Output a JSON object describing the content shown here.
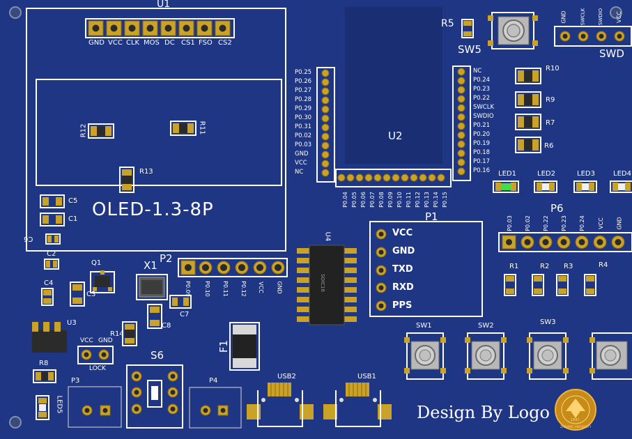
{
  "u1": {
    "ref": "U1",
    "pins": [
      "GND",
      "VCC",
      "CLK",
      "MOS",
      "DC",
      "CS1",
      "FSO",
      "CS2"
    ],
    "module": "OLED-1.3-8P",
    "r12": "R12",
    "r11": "R11",
    "r13": "R13"
  },
  "caps_left": {
    "c5": "C5",
    "c1": "C1",
    "c6": "C6",
    "c2": "C2",
    "c4": "C4",
    "c3": "C3",
    "q1": "Q1"
  },
  "u2": {
    "ref": "U2",
    "left_pins": [
      "P0.25",
      "P0.26",
      "P0.27",
      "P0.28",
      "P0.29",
      "P0.30",
      "P0.31",
      "P0.02",
      "P0.03",
      "GND",
      "VCC",
      "NC"
    ],
    "right_pins": [
      "NC",
      "P0.24",
      "P0.23",
      "P0.22",
      "SWCLK",
      "SWDIO",
      "P0.21",
      "P0.20",
      "P0.19",
      "P0.18",
      "P0.17",
      "P0.16"
    ],
    "bottom_pins": [
      "P0.04",
      "P0.05",
      "P0.06",
      "P0.07",
      "P0.08",
      "P0.09",
      "P0.10",
      "P0.11",
      "P0.12",
      "P0.13",
      "P0.14",
      "P0.15"
    ]
  },
  "top_right": {
    "r5": "R5",
    "sw5": "SW5",
    "swd": "SWD",
    "swd_pins": [
      "GND",
      "SWCLK",
      "SWDIO",
      "VCC"
    ],
    "r10": "R10",
    "r9": "R9",
    "r7": "R7",
    "r6": "R6"
  },
  "leds": [
    "LED1",
    "LED2",
    "LED3",
    "LED4"
  ],
  "p6": {
    "ref": "P6",
    "pins": [
      "P0.03",
      "P0.02",
      "P0.22",
      "P0.23",
      "P0.24",
      "VCC",
      "GND"
    ]
  },
  "p1": {
    "ref": "P1",
    "pins": [
      "VCC",
      "GND",
      "TXD",
      "RXD",
      "PPS"
    ]
  },
  "u4": {
    "ref": "U4",
    "chip": "SOIC16"
  },
  "x1": "X1",
  "p2": {
    "ref": "P2",
    "pins": [
      "P0.09",
      "P0.10",
      "P0.11",
      "P0.12",
      "VCC",
      "GND"
    ]
  },
  "c7": "C7",
  "c8": "C8",
  "r14": "R14",
  "u3": "U3",
  "lock": {
    "vcc": "VCC",
    "gnd": "GND",
    "label": "LOCK"
  },
  "s6": "S6",
  "f1": "F1",
  "usb2": "USB2",
  "usb1": "USB1",
  "r8": "R8",
  "led5": "LED5",
  "p3": "P3",
  "p4": "P4",
  "resistors_bottom": [
    "R1",
    "R2",
    "R3",
    "R4"
  ],
  "switches": [
    "SW1",
    "SW2",
    "SW3"
  ],
  "signature": "Design By Logo",
  "university_logo": {
    "name": "ZHEJIANG UNIVERSITY",
    "year": "1897"
  }
}
